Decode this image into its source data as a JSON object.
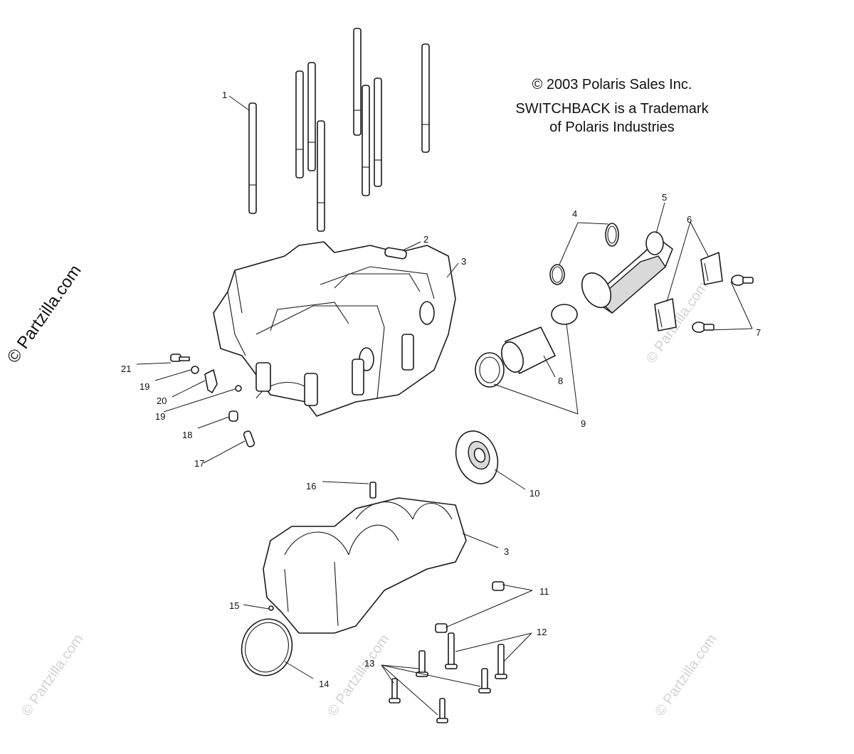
{
  "notice": {
    "copyright": "© 2003 Polaris Sales Inc.",
    "trademark_line1": "SWITCHBACK is a Trademark",
    "trademark_line2": "of Polaris Industries"
  },
  "watermark": "© Partzilla.com",
  "callouts": {
    "c1": "1",
    "c2": "2",
    "c3a": "3",
    "c3b": "3",
    "c4": "4",
    "c5": "5",
    "c6": "6",
    "c7": "7",
    "c8": "8",
    "c9": "9",
    "c10": "10",
    "c11": "11",
    "c12": "12",
    "c13": "13",
    "c14": "14",
    "c15": "15",
    "c16": "16",
    "c17": "17",
    "c18": "18",
    "c19a": "19",
    "c19b": "19",
    "c20": "20",
    "c21": "21"
  }
}
